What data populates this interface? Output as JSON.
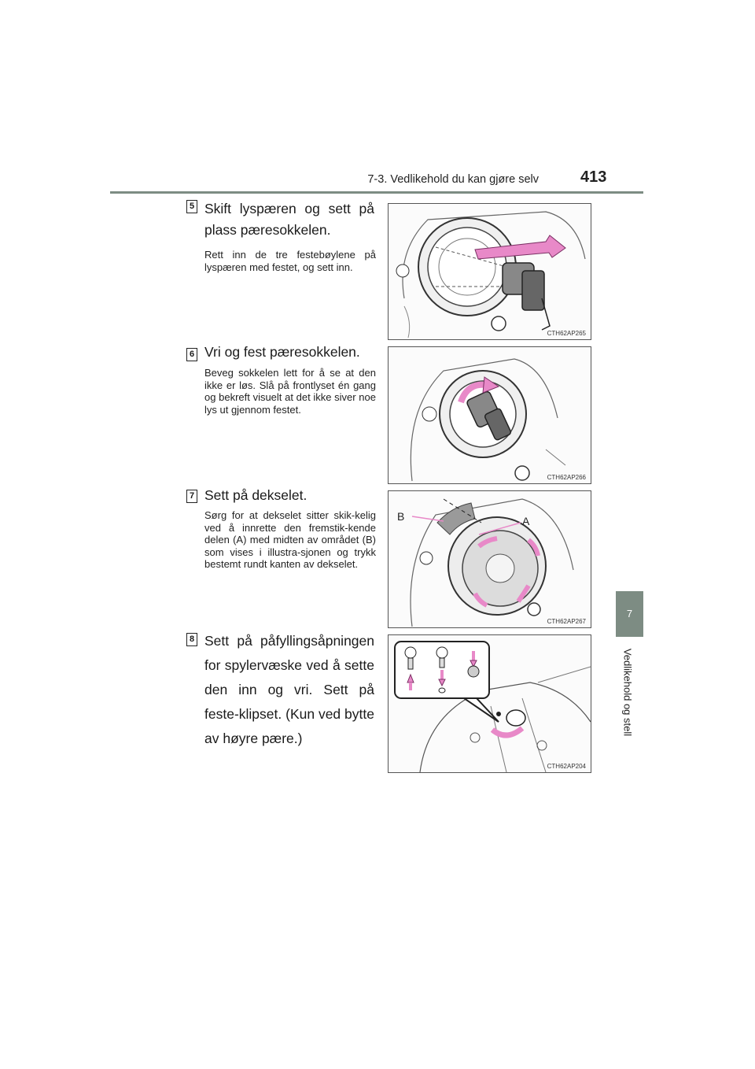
{
  "header": {
    "section": "7-3. Vedlikehold du kan gjøre selv",
    "page": "413"
  },
  "side_tab": {
    "chapter": "7",
    "label": "Vedlikehold og stell"
  },
  "steps": [
    {
      "number": "5",
      "heading": "Skift lyspæren og sett på plass pæresokkelen.",
      "body": "Rett inn de tre festebøylene på lyspæren med festet, og sett inn.",
      "figure_code": "CTH62AP265"
    },
    {
      "number": "6",
      "heading": "Vri og fest pæresokkelen.",
      "body": "Beveg sokkelen lett for å se at den ikke er løs. Slå på frontlyset én gang og bekreft visuelt at det ikke siver noe lys ut gjennom festet.",
      "figure_code": "CTH62AP266"
    },
    {
      "number": "7",
      "heading": "Sett på dekselet.",
      "body": "Sørg for at dekselet sitter skik-kelig ved å innrette den fremstik-kende delen (A) med midten av området (B) som vises i illustra-sjonen og trykk bestemt rundt kanten av dekselet.",
      "figure_code": "CTH62AP267",
      "labels": {
        "a": "A",
        "b": "B"
      }
    },
    {
      "number": "8",
      "heading": "Sett på påfyllingsåpningen for spylervæske ved å sette den inn og vri. Sett på feste-klipset. (Kun ved bytte av høyre pære.)",
      "body": "",
      "figure_code": "CTH62AP204"
    }
  ],
  "colors": {
    "accent_tab": "#7d8c83",
    "arrow_pink": "#e889c8"
  }
}
